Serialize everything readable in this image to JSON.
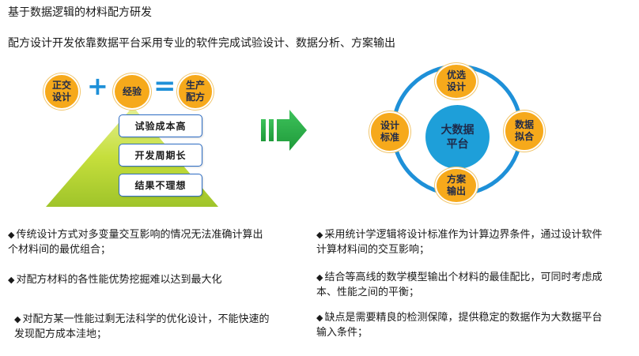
{
  "header": {
    "title": "基于数据逻辑的材料配方研发",
    "subtitle": "配方设计开发依靠数据平台采用专业的软件完成试验设计、数据分析、方案输出"
  },
  "equation": {
    "term1": {
      "line1": "正交",
      "line2": "设计"
    },
    "plus": "+",
    "term2": {
      "line1": "经验"
    },
    "equals": "=",
    "result": {
      "line1": "生产",
      "line2": "配方"
    }
  },
  "problems": [
    "试验成本高",
    "开发周期长",
    "结果不理想"
  ],
  "platform": {
    "center": {
      "line1": "大数据",
      "line2": "平台"
    },
    "top": {
      "line1": "优选",
      "line2": "设计"
    },
    "right": {
      "line1": "数据",
      "line2": "拟合"
    },
    "bottom": {
      "line1": "方案",
      "line2": "输出"
    },
    "left": {
      "line1": "设计",
      "line2": "标准"
    }
  },
  "bullets_left": [
    {
      "mark": "◆",
      "line1": "传统设计方式对多变量交互影响的情况无法准确计算出",
      "line2": "个材料间的最优组合；"
    },
    {
      "mark": "◆",
      "line1": "对配方材料的各性能优势挖掘难以达到最大化",
      "line2": ""
    },
    {
      "mark": "◆",
      "line1": "对配方某一性能过剩无法科学的优化设计，不能快速的",
      "line2": "发现配方成本洼地；"
    }
  ],
  "bullets_right": [
    {
      "mark": "◆",
      "line1": "采用统计学逻辑将设计标准作为计算边界条件，通过设计软件",
      "line2": "计算材料间的交互影响；"
    },
    {
      "mark": "◆",
      "line1": "结合等高线的数学模型输出个材料的最佳配比，可同时考虑成",
      "line2": "本、性能之间的平衡；"
    },
    {
      "mark": "◆",
      "line1": "缺点是需要精良的检测保障，提供稳定的数据作为大数据平台",
      "line2": "输入条件；"
    }
  ],
  "colors": {
    "orange": "#f6a91b",
    "blue": "#1e9fd9",
    "green": "#2db34a",
    "ring_blue": "#1e90d8",
    "box_border": "#2c6cc4"
  }
}
